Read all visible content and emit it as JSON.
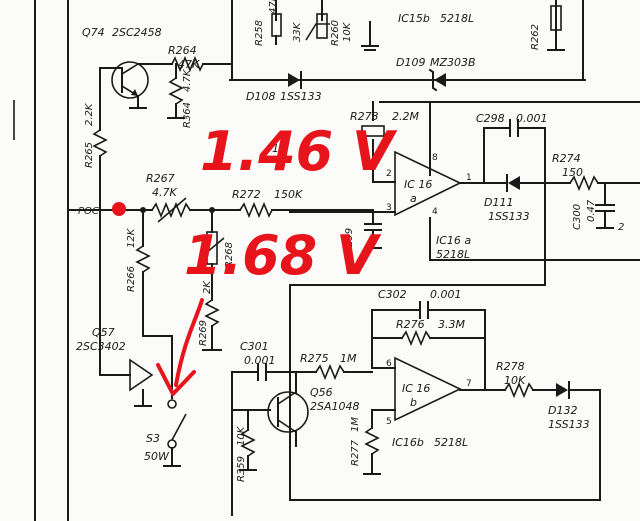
{
  "annotations": {
    "voltage_upper": "1.46 V",
    "voltage_lower": "1.68 V",
    "colors": {
      "annotation": "#e8141b",
      "ink": "#1a1a1a"
    }
  },
  "labels": {
    "q74_name": "Q74",
    "q74_part": "2SC2458",
    "r258": "R258",
    "r258_val": "47K",
    "r258_val2": "33K",
    "r260": "R260",
    "r260_val": "10K",
    "ic15b": "IC15b",
    "ic15b_part": "5218L",
    "r262": "R262",
    "r264": "R264",
    "r264_val": "47K",
    "r364": "R364",
    "r364_val": "4.7K",
    "d109": "D109",
    "d109_part": "MZ303B",
    "d108": "D108",
    "d108_part": "1SS133",
    "r265": "R265",
    "r265_val": "2.2K",
    "r273": "R273",
    "r273_val": "2.2M",
    "c298": "C298",
    "c298_val": "0.001",
    "r271_val": "1M",
    "r267": "R267",
    "r267_val": "4.7K",
    "r272": "R272",
    "r272_val": "150K",
    "ic16a_name": "IC 16",
    "ic16a_sub": "a",
    "d111": "D111",
    "d111_part": "1SS133",
    "r274": "R274",
    "r274_val": "150",
    "c300": "C300",
    "c300_val": "0.47",
    "c300_val2": "2",
    "poc": "POC",
    "c299": "C299",
    "ic16a_label": "IC16 a",
    "ic16a_part": "5218L",
    "r266": "R266",
    "r266_val": "12K",
    "r268": "R268",
    "r268_val": "2K",
    "q57": "Q57",
    "q57_part": "2SC3402",
    "r269": "R269",
    "c302": "C302",
    "c302_val": "0.001",
    "r276": "R276",
    "r276_val": "3.3M",
    "c301": "C301",
    "c301_val": "0.001",
    "r275": "R275",
    "r275_val": "1M",
    "ic16b_name": "IC 16",
    "ic16b_sub": "b",
    "r278": "R278",
    "r278_val": "10K",
    "q56": "Q56",
    "q56_part": "2SA1048",
    "d132": "D132",
    "d132_part": "1SS133",
    "s3": "S3",
    "s3_val": "50W",
    "r277": "R277",
    "r277_val": "1M",
    "r359": "R359",
    "r359_val": "10K",
    "ic16b_label": "IC16b",
    "ic16b_part": "5218L",
    "pin1": "1",
    "pin2": "2",
    "pin3": "3",
    "pin4": "4",
    "pin5": "5",
    "pin6": "6",
    "pin7": "7",
    "pin8": "8"
  }
}
